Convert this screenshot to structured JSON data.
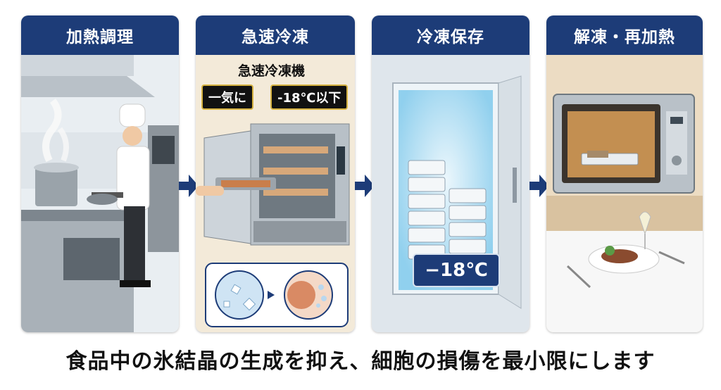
{
  "steps": [
    {
      "title": "加熱調理",
      "icon": "chef-cooking-icon"
    },
    {
      "title": "急速冷凍",
      "icon": "blast-freezer-icon"
    },
    {
      "title": "冷凍保存",
      "icon": "freezer-storage-icon"
    },
    {
      "title": "解凍・再加熱",
      "icon": "microwave-icon"
    }
  ],
  "blast_freezer": {
    "machine_label": "急速冷凍機",
    "tag_at_once": "一気に",
    "tag_temp": "-18℃以下"
  },
  "storage": {
    "temperature": "−18℃"
  },
  "caption": "食品中の氷結晶の生成を抑え、細胞の損傷を最小限にします",
  "colors": {
    "header_bg": "#1d3c78",
    "arrow": "#1d3c78",
    "tag_border": "#d6b341"
  }
}
